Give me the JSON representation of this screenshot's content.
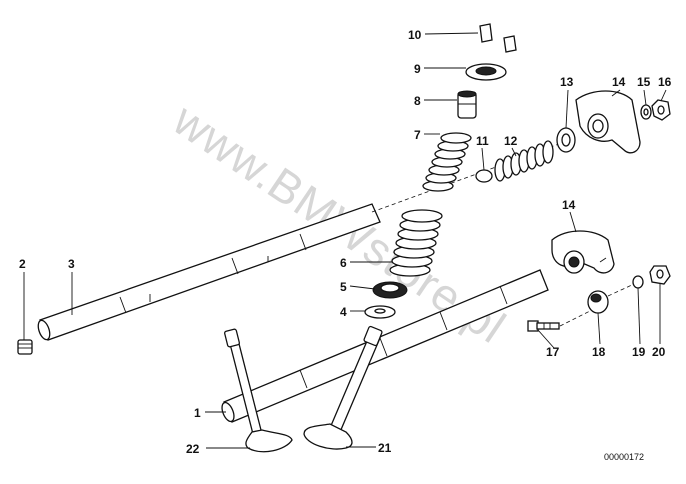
{
  "watermark": "www.BMWstore.pl",
  "diagram_code": "00000172",
  "callouts": [
    {
      "id": "p1",
      "label": "1"
    },
    {
      "id": "p2",
      "label": "2"
    },
    {
      "id": "p3",
      "label": "3"
    },
    {
      "id": "p4",
      "label": "4"
    },
    {
      "id": "p5",
      "label": "5"
    },
    {
      "id": "p6",
      "label": "6"
    },
    {
      "id": "p7",
      "label": "7"
    },
    {
      "id": "p8",
      "label": "8"
    },
    {
      "id": "p9",
      "label": "9"
    },
    {
      "id": "p10",
      "label": "10"
    },
    {
      "id": "p11",
      "label": "11"
    },
    {
      "id": "p12",
      "label": "12"
    },
    {
      "id": "p13",
      "label": "13"
    },
    {
      "id": "p14a",
      "label": "14"
    },
    {
      "id": "p14b",
      "label": "14"
    },
    {
      "id": "p15",
      "label": "15"
    },
    {
      "id": "p16",
      "label": "16"
    },
    {
      "id": "p17",
      "label": "17"
    },
    {
      "id": "p18",
      "label": "18"
    },
    {
      "id": "p19",
      "label": "19"
    },
    {
      "id": "p20",
      "label": "20"
    },
    {
      "id": "p21",
      "label": "21"
    },
    {
      "id": "p22",
      "label": "22"
    }
  ]
}
